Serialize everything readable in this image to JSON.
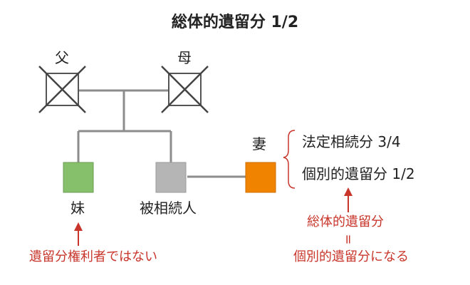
{
  "title": "総体的遺留分 1/2",
  "people": {
    "father": "父",
    "mother": "母",
    "sister": "妹",
    "decedent": "被相続人",
    "wife": "妻"
  },
  "wife_shares": {
    "statutory": "法定相続分 3/4",
    "individual": "個別的遺留分 1/2"
  },
  "annotations": {
    "sister_note": "遺留分権利者ではない",
    "total_line1": "総体的遺留分",
    "equals": "=",
    "total_line3": "個別的遺留分になる"
  },
  "colors": {
    "sister": "#86c06a",
    "decedent": "#b5b5b5",
    "wife": "#f08300",
    "line": "#8c8c8c",
    "accent": "#c8352b"
  }
}
